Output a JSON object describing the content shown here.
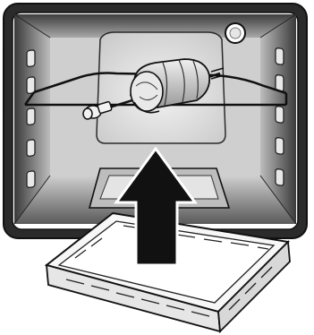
{
  "figure": {
    "style": "monochrome line illustration",
    "parts": [
      {
        "id": "oven-cavity",
        "icon": "oven-cavity-icon"
      },
      {
        "id": "oven-lamp",
        "icon": "lamp-icon"
      },
      {
        "id": "rotisserie-spit",
        "icon": "rotisserie-spit-icon"
      },
      {
        "id": "meat-on-spit",
        "icon": "meat-icon"
      },
      {
        "id": "bottom-element-recesses",
        "icon": "heating-element-icon"
      },
      {
        "id": "drip-tray",
        "icon": "drip-tray-icon"
      },
      {
        "id": "insert-arrow",
        "icon": "arrow-up-icon"
      }
    ]
  },
  "colors": {
    "outline": "#1a1a1a",
    "oven_frame": "#2b2b2b",
    "cavity_dark": "#4a4a4a",
    "cavity_light": "#d0d0d0",
    "back_panel": "#e2e2e2",
    "arrow": "#111111",
    "tray_fill": "#f7f7f7"
  }
}
